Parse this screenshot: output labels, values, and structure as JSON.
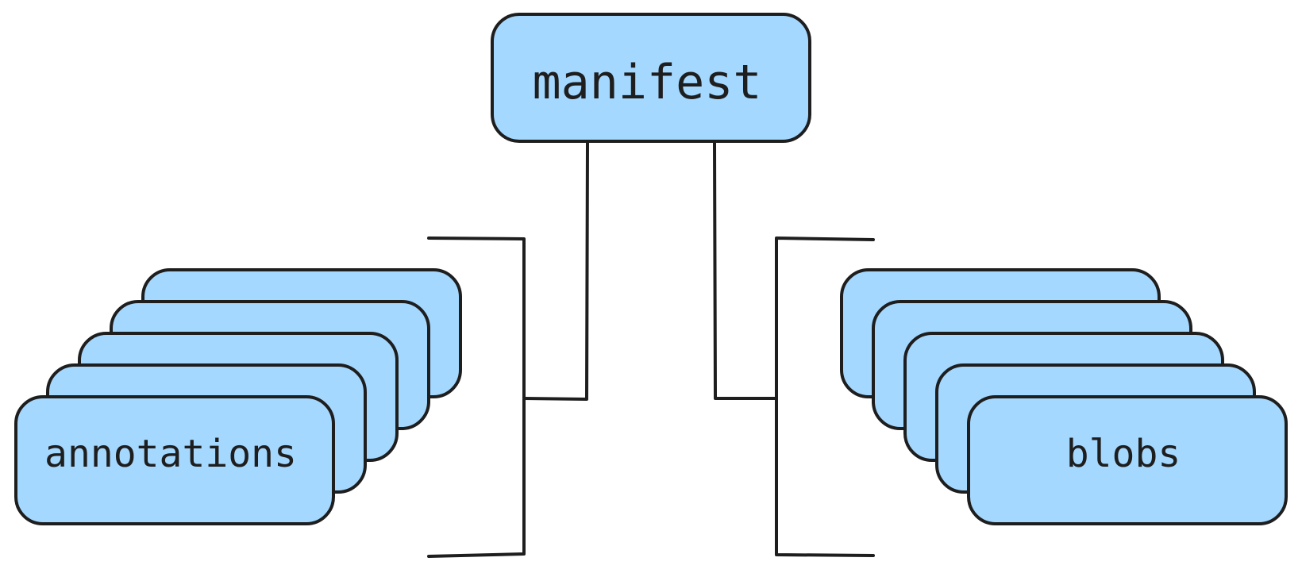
{
  "nodes": {
    "manifest": "manifest",
    "annotations": "annotations",
    "blobs": "blobs"
  },
  "colors": {
    "box_fill": "#a5d8ff",
    "stroke": "#1e1e1e",
    "background": "#ffffff"
  }
}
